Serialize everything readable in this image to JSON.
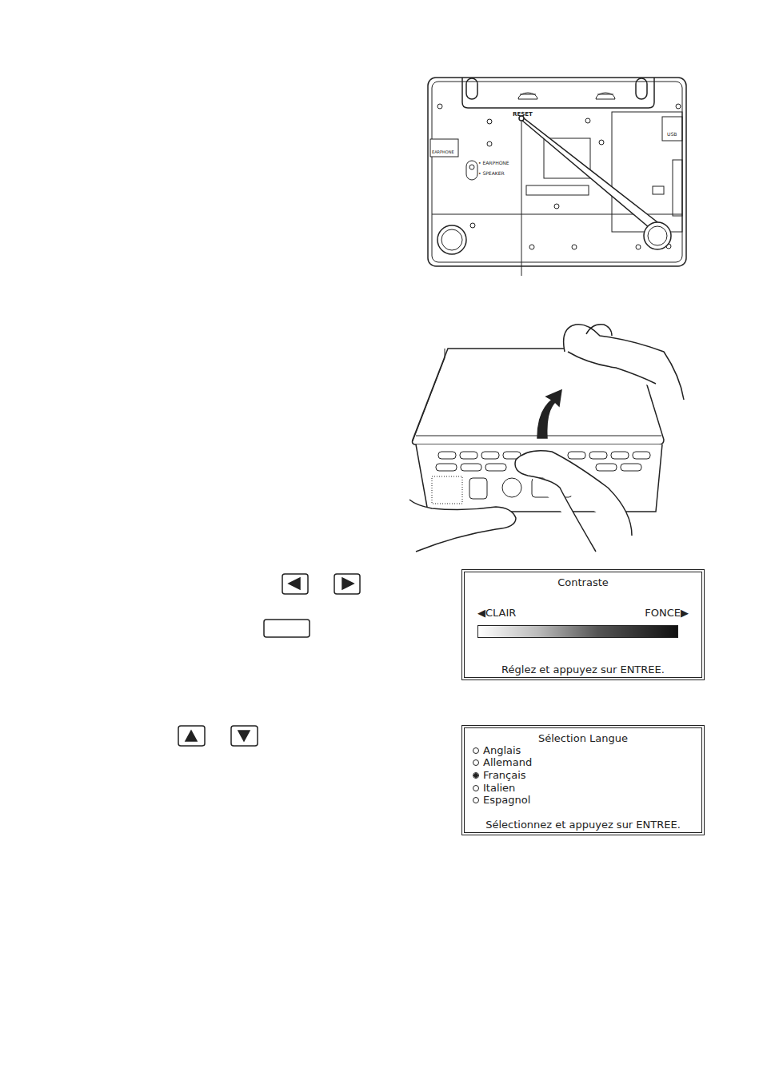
{
  "diagram": {
    "nodes": [
      {
        "text": [
          "Contraste",
          "◀CLAIR",
          "FONCE▶",
          "Réglez et appuyez sur ENTREE."
        ]
      },
      {
        "text": [
          "Sélection Langue",
          "Anglais",
          "Allemand",
          "Français",
          "Italien",
          "Espagnol",
          "Sélectionnez et appuyez sur ENTREE."
        ]
      }
    ],
    "labels": [
      "RESET",
      "EARPHONE",
      "• EARPHONE",
      "• SPEAKER",
      "USB"
    ]
  }
}
